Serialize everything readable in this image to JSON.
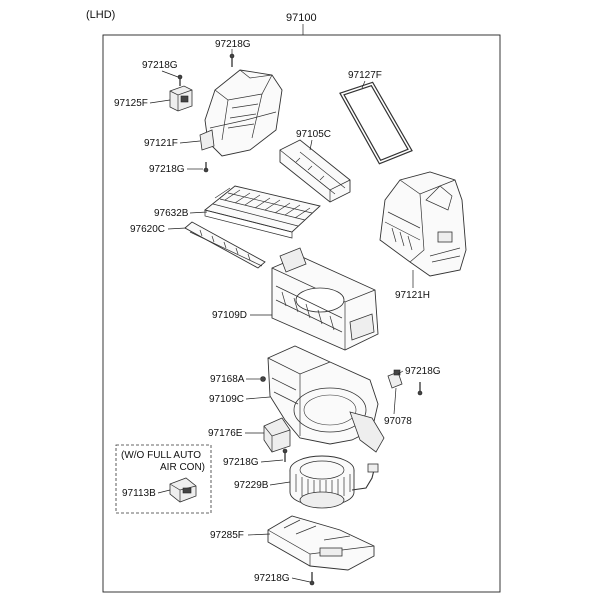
{
  "header": {
    "variant": "(LHD)",
    "assembly": "97100"
  },
  "note": {
    "line1": "(W/O FULL AUTO",
    "line2": "AIR CON)"
  },
  "parts": {
    "p97218G_top": "97218G",
    "p97218G_a": "97218G",
    "p97125F": "97125F",
    "p97121F": "97121F",
    "p97218G_b": "97218G",
    "p97127F": "97127F",
    "p97105C": "97105C",
    "p97632B": "97632B",
    "p97620C": "97620C",
    "p97121H": "97121H",
    "p97109D": "97109D",
    "p97168A": "97168A",
    "p97218G_c": "97218G",
    "p97109C": "97109C",
    "p97078": "97078",
    "p97176E": "97176E",
    "p97218G_d": "97218G",
    "p97113B": "97113B",
    "p97229B": "97229B",
    "p97285F": "97285F",
    "p97218G_e": "97218G"
  }
}
